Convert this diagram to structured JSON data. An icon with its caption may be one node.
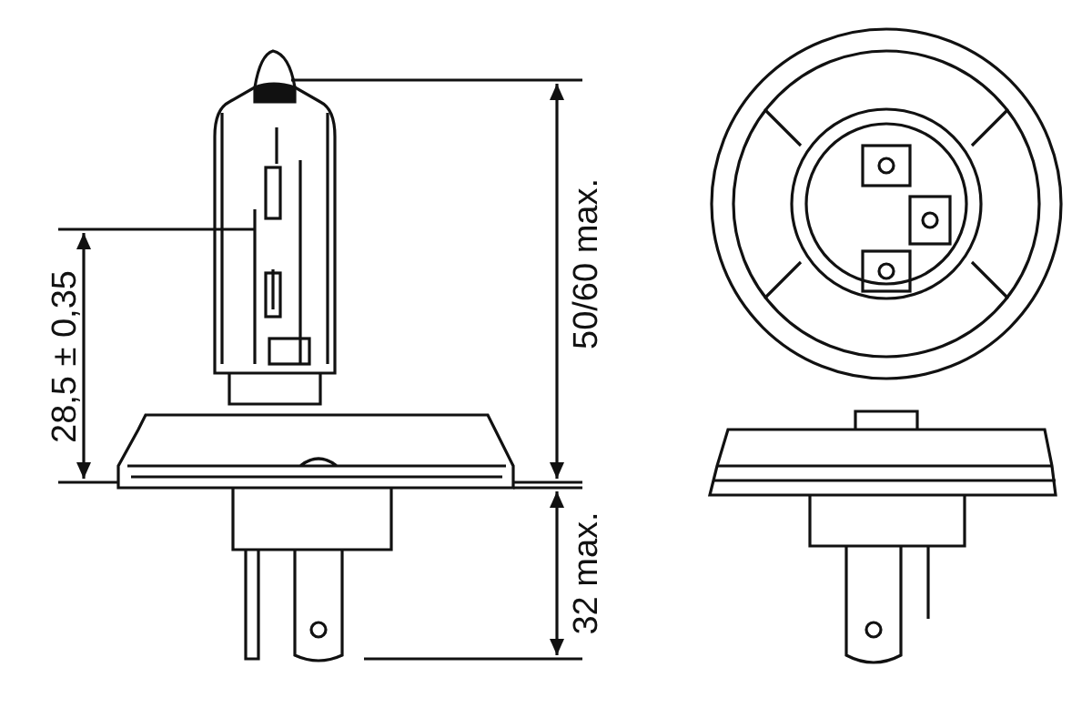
{
  "diagram": {
    "labels": [
      "28,5 ± 0,35",
      "50/60 max.",
      "32 max."
    ]
  }
}
